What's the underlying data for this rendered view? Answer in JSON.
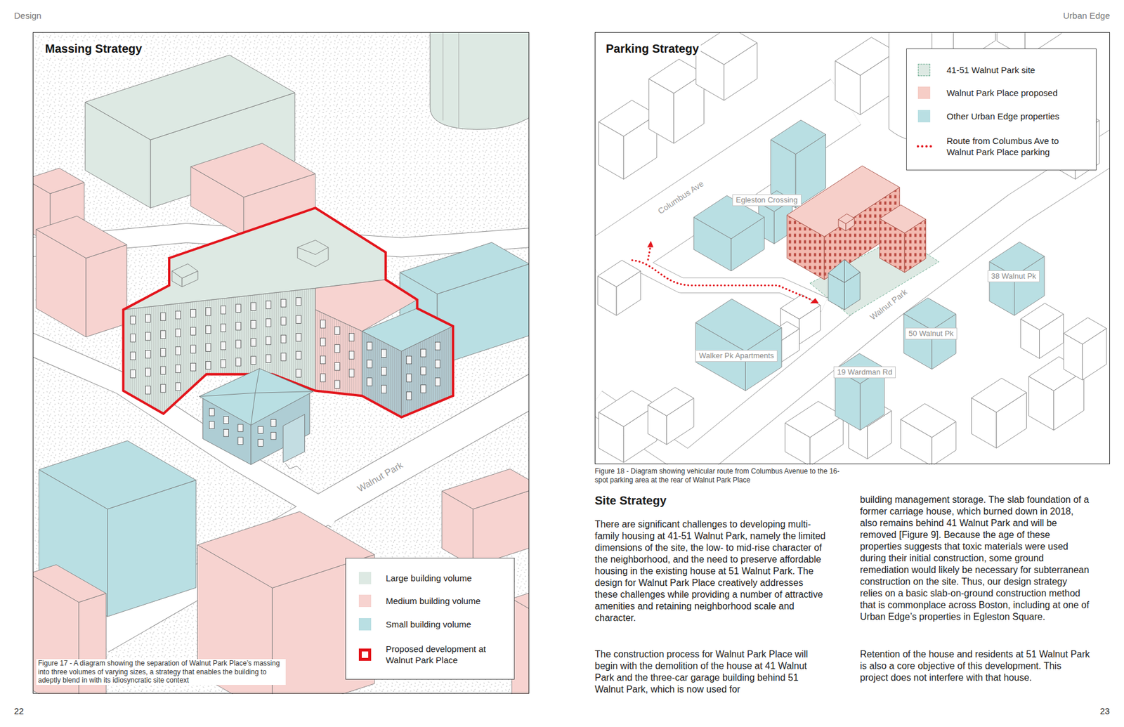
{
  "diagram": {
    "nodes": [
      {
        "text": [
          "Massing Strategy"
        ]
      },
      {
        "text": [
          "Parking Strategy"
        ]
      },
      {
        "text": [
          "Egleston Crossing"
        ],
        "in": 1
      },
      {
        "text": [
          "38 Walnut Pk"
        ],
        "in": 1
      },
      {
        "text": [
          "50 Walnut Pk"
        ],
        "in": 1
      },
      {
        "text": [
          "Walker Pk Apartments"
        ],
        "in": 1
      },
      {
        "text": [
          "19 Wardman Rd"
        ],
        "in": 1
      }
    ],
    "labels": [
      "Design",
      "Urban Edge",
      "Walnut Park",
      "Figure 17 - A diagram showing the separation of Walnut Park Place’s massing into three volumes of varying sizes, a strategy that enables the building to adeptly blend in with its idiosyncratic site context",
      "22",
      "Columbus Ave",
      "Walnut Park",
      "Figure 18 - Diagram showing vehicular route from Columbus Avenue to the 16-spot parking area at the rear of Walnut Park Place",
      "Site Strategy",
      "There are significant challenges to developing multi-family housing at 41-51 Walnut Park, namely the limited dimensions of the site, the low- to mid-rise character of the neighborhood, and the need to preserve affordable housing in the existing house at 51 Walnut Park. The design for Walnut Park Place creatively addresses these challenges while providing a number of attractive amenities and retaining neighborhood scale and character.",
      "The construction process for Walnut Park Place will begin with the demolition of the house at 41 Walnut Park and the three-car garage building behind 51 Walnut Park, which is now used for",
      "building management storage. The slab foundation of a former carriage house, which burned down in 2018, also remains behind 41 Walnut Park and will be removed [Figure 9]. Because the age of these properties suggests that toxic materials were used during their initial construction, some ground remediation would likely be necessary for subterranean construction on the site. Thus, our design strategy relies on a basic slab-on-ground construction method that is commonplace across Boston, including at one of Urban Edge’s properties in Egleston Square.",
      "Retention of the house and residents at 51 Walnut Park is also a core objective of this development. This project does not interfere with that house.",
      "23"
    ],
    "legend": [
      {
        "text": "Large building volume",
        "color": "#dde9e3"
      },
      {
        "text": "Medium building volume",
        "color": "#f7d3d0"
      },
      {
        "text": "Small building volume",
        "color": "#b9dfe3"
      },
      {
        "text": "Proposed development at Walnut Park Place"
      },
      {
        "text": "41-51 Walnut Park site",
        "color": "#dde9e3"
      },
      {
        "text": "Walnut Park Place proposed",
        "color": "#f6cdc6"
      },
      {
        "text": "Other Urban Edge properties",
        "color": "#b9dfe3"
      },
      {
        "text": "Route from Columbus Ave to Walnut Park Place parking"
      }
    ]
  }
}
